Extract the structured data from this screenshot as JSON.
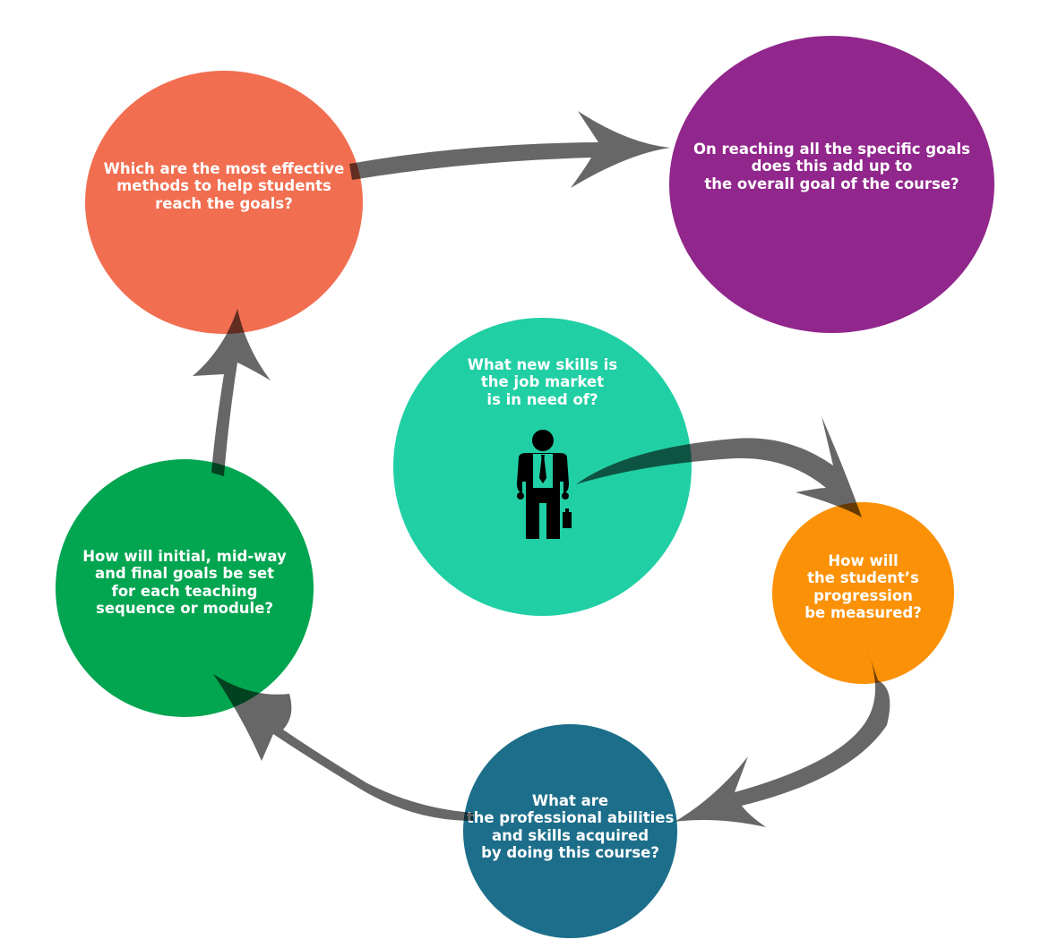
{
  "diagram": {
    "type": "cycle",
    "nodes": [
      {
        "id": "job-market",
        "text": "What new skills is\nthe job market\nis in need of?",
        "color": "#21cfa4",
        "icon": "businessman-icon"
      },
      {
        "id": "progression",
        "text": "How will\nthe student’s\nprogression\nbe measured?",
        "color": "#fb9106"
      },
      {
        "id": "abilities",
        "text": "What are\nthe professional abilities\nand skills acquired\nby doing this course?",
        "color": "#1c6e8a"
      },
      {
        "id": "goals-set",
        "text": "How will initial, mid-way\nand final goals be set\nfor each teaching\nsequence or module?",
        "color": "#02a550"
      },
      {
        "id": "methods",
        "text": "Which are the most effective\nmethods to help students\nreach the goals?",
        "color": "#f16e50"
      },
      {
        "id": "overall-goal",
        "text": "On reaching all the specific goals\ndoes this add up to\nthe overall goal of the course?",
        "color": "#91268c"
      }
    ],
    "edges": [
      {
        "from": "job-market",
        "to": "progression"
      },
      {
        "from": "progression",
        "to": "abilities"
      },
      {
        "from": "abilities",
        "to": "goals-set"
      },
      {
        "from": "goals-set",
        "to": "methods"
      },
      {
        "from": "methods",
        "to": "overall-goal"
      }
    ],
    "arrow_color": "#616161",
    "text_color": "#ffffff"
  }
}
